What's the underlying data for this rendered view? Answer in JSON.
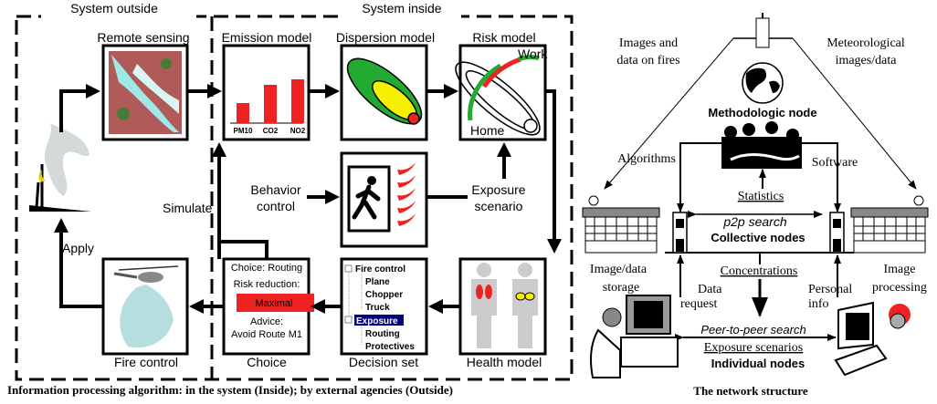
{
  "left": {
    "region_outside": "System outside",
    "region_inside": "System inside",
    "boxes": {
      "remote_sensing": "Remote sensing",
      "emission_model": "Emission model",
      "dispersion_model": "Dispersion model",
      "risk_model": "Risk model",
      "fire_control": "Fire control",
      "choice": "Choice",
      "decision_set": "Decision set",
      "health_model": "Health model"
    },
    "emission_bars": [
      "PM10",
      "CO2",
      "NO2"
    ],
    "risk_labels": {
      "work": "Work",
      "home": "Home"
    },
    "arrow_labels": {
      "apply": "Apply",
      "simulate": "Simulate",
      "behavior_control": [
        "Behavior",
        "control"
      ],
      "exposure_scenario": [
        "Exposure",
        "scenario"
      ]
    },
    "choice_panel": {
      "choice": "Choice: Routing",
      "risk_reduction": "Risk reduction:",
      "level": "Maximal",
      "advice": "Advice:",
      "advice_value": "Avoid Route M1"
    },
    "decision_tree": {
      "groups": [
        {
          "label": "Fire control",
          "children": [
            "Plane",
            "Chopper",
            "Truck"
          ]
        },
        {
          "label": "Exposure",
          "selected": true,
          "children": [
            "Routing",
            "Protectives"
          ]
        }
      ]
    },
    "caption": "Information processing algorithm: in the system (Inside); by external agencies (Outside)"
  },
  "right": {
    "satellite_left": [
      "Images and",
      "data on fires"
    ],
    "satellite_right": [
      "Meteorological",
      "images/data"
    ],
    "methodologic_node": "Methodologic node",
    "algorithms": "Algorithms",
    "software": "Software",
    "statistics": "Statistics",
    "p2p_search": "p2p search",
    "collective_nodes": "Collective nodes",
    "image_storage": [
      "Image/data",
      "storage"
    ],
    "image_processing": [
      "Image",
      "processing"
    ],
    "concentrations": "Concentrations",
    "data_request": [
      "Data",
      "request"
    ],
    "personal_info": [
      "Personal",
      "info"
    ],
    "peer_search": "Peer-to-peer search",
    "exposure_scenarios": "Exposure scenarios",
    "individual_nodes": "Individual nodes",
    "caption": "The network structure"
  },
  "colors": {
    "red": "#ee2222",
    "green": "#22aa33",
    "yellow": "#f5f000",
    "selection": "#000080"
  }
}
